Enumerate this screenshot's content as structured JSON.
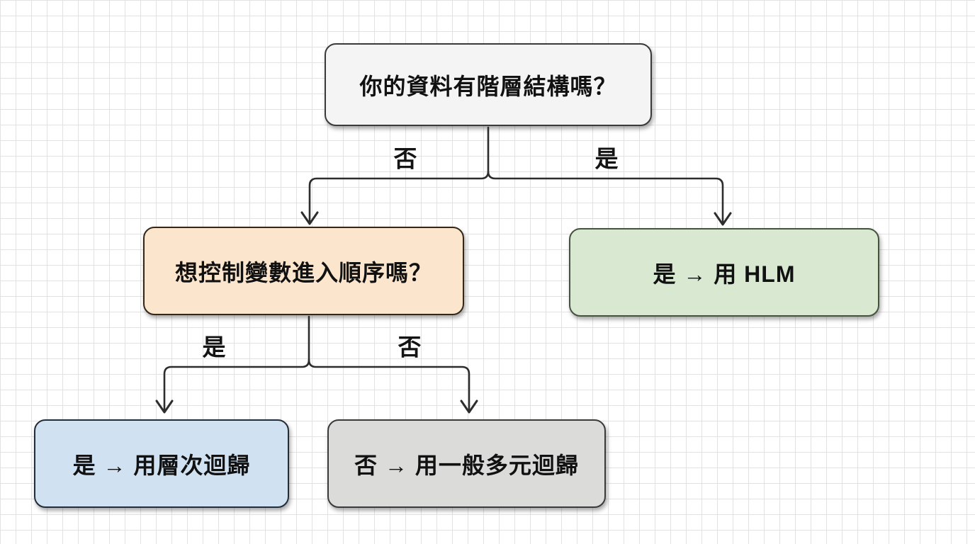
{
  "diagram": {
    "line_color": "#2d2d2d",
    "nodes": {
      "root": {
        "label": "你的資料有階層結構嗎？",
        "fill": "#f4f4f4",
        "border": "#3a3a3a"
      },
      "order": {
        "label": "想控制變數進入順序嗎？",
        "fill": "#fbe5cc",
        "border": "#33261a"
      },
      "hlm": {
        "label": "是 → 用 HLM",
        "fill": "#d8e8d1",
        "border": "#46523f"
      },
      "hier": {
        "label": "是 → 用層次迴歸",
        "fill": "#d0e2f2",
        "border": "#232c38"
      },
      "multi": {
        "label": "否 → 用一般多元迴歸",
        "fill": "#dbdbd9",
        "border": "#3a3a3a"
      }
    },
    "edge_labels": {
      "root_no": "否",
      "root_yes": "是",
      "order_yes": "是",
      "order_no": "否"
    }
  }
}
